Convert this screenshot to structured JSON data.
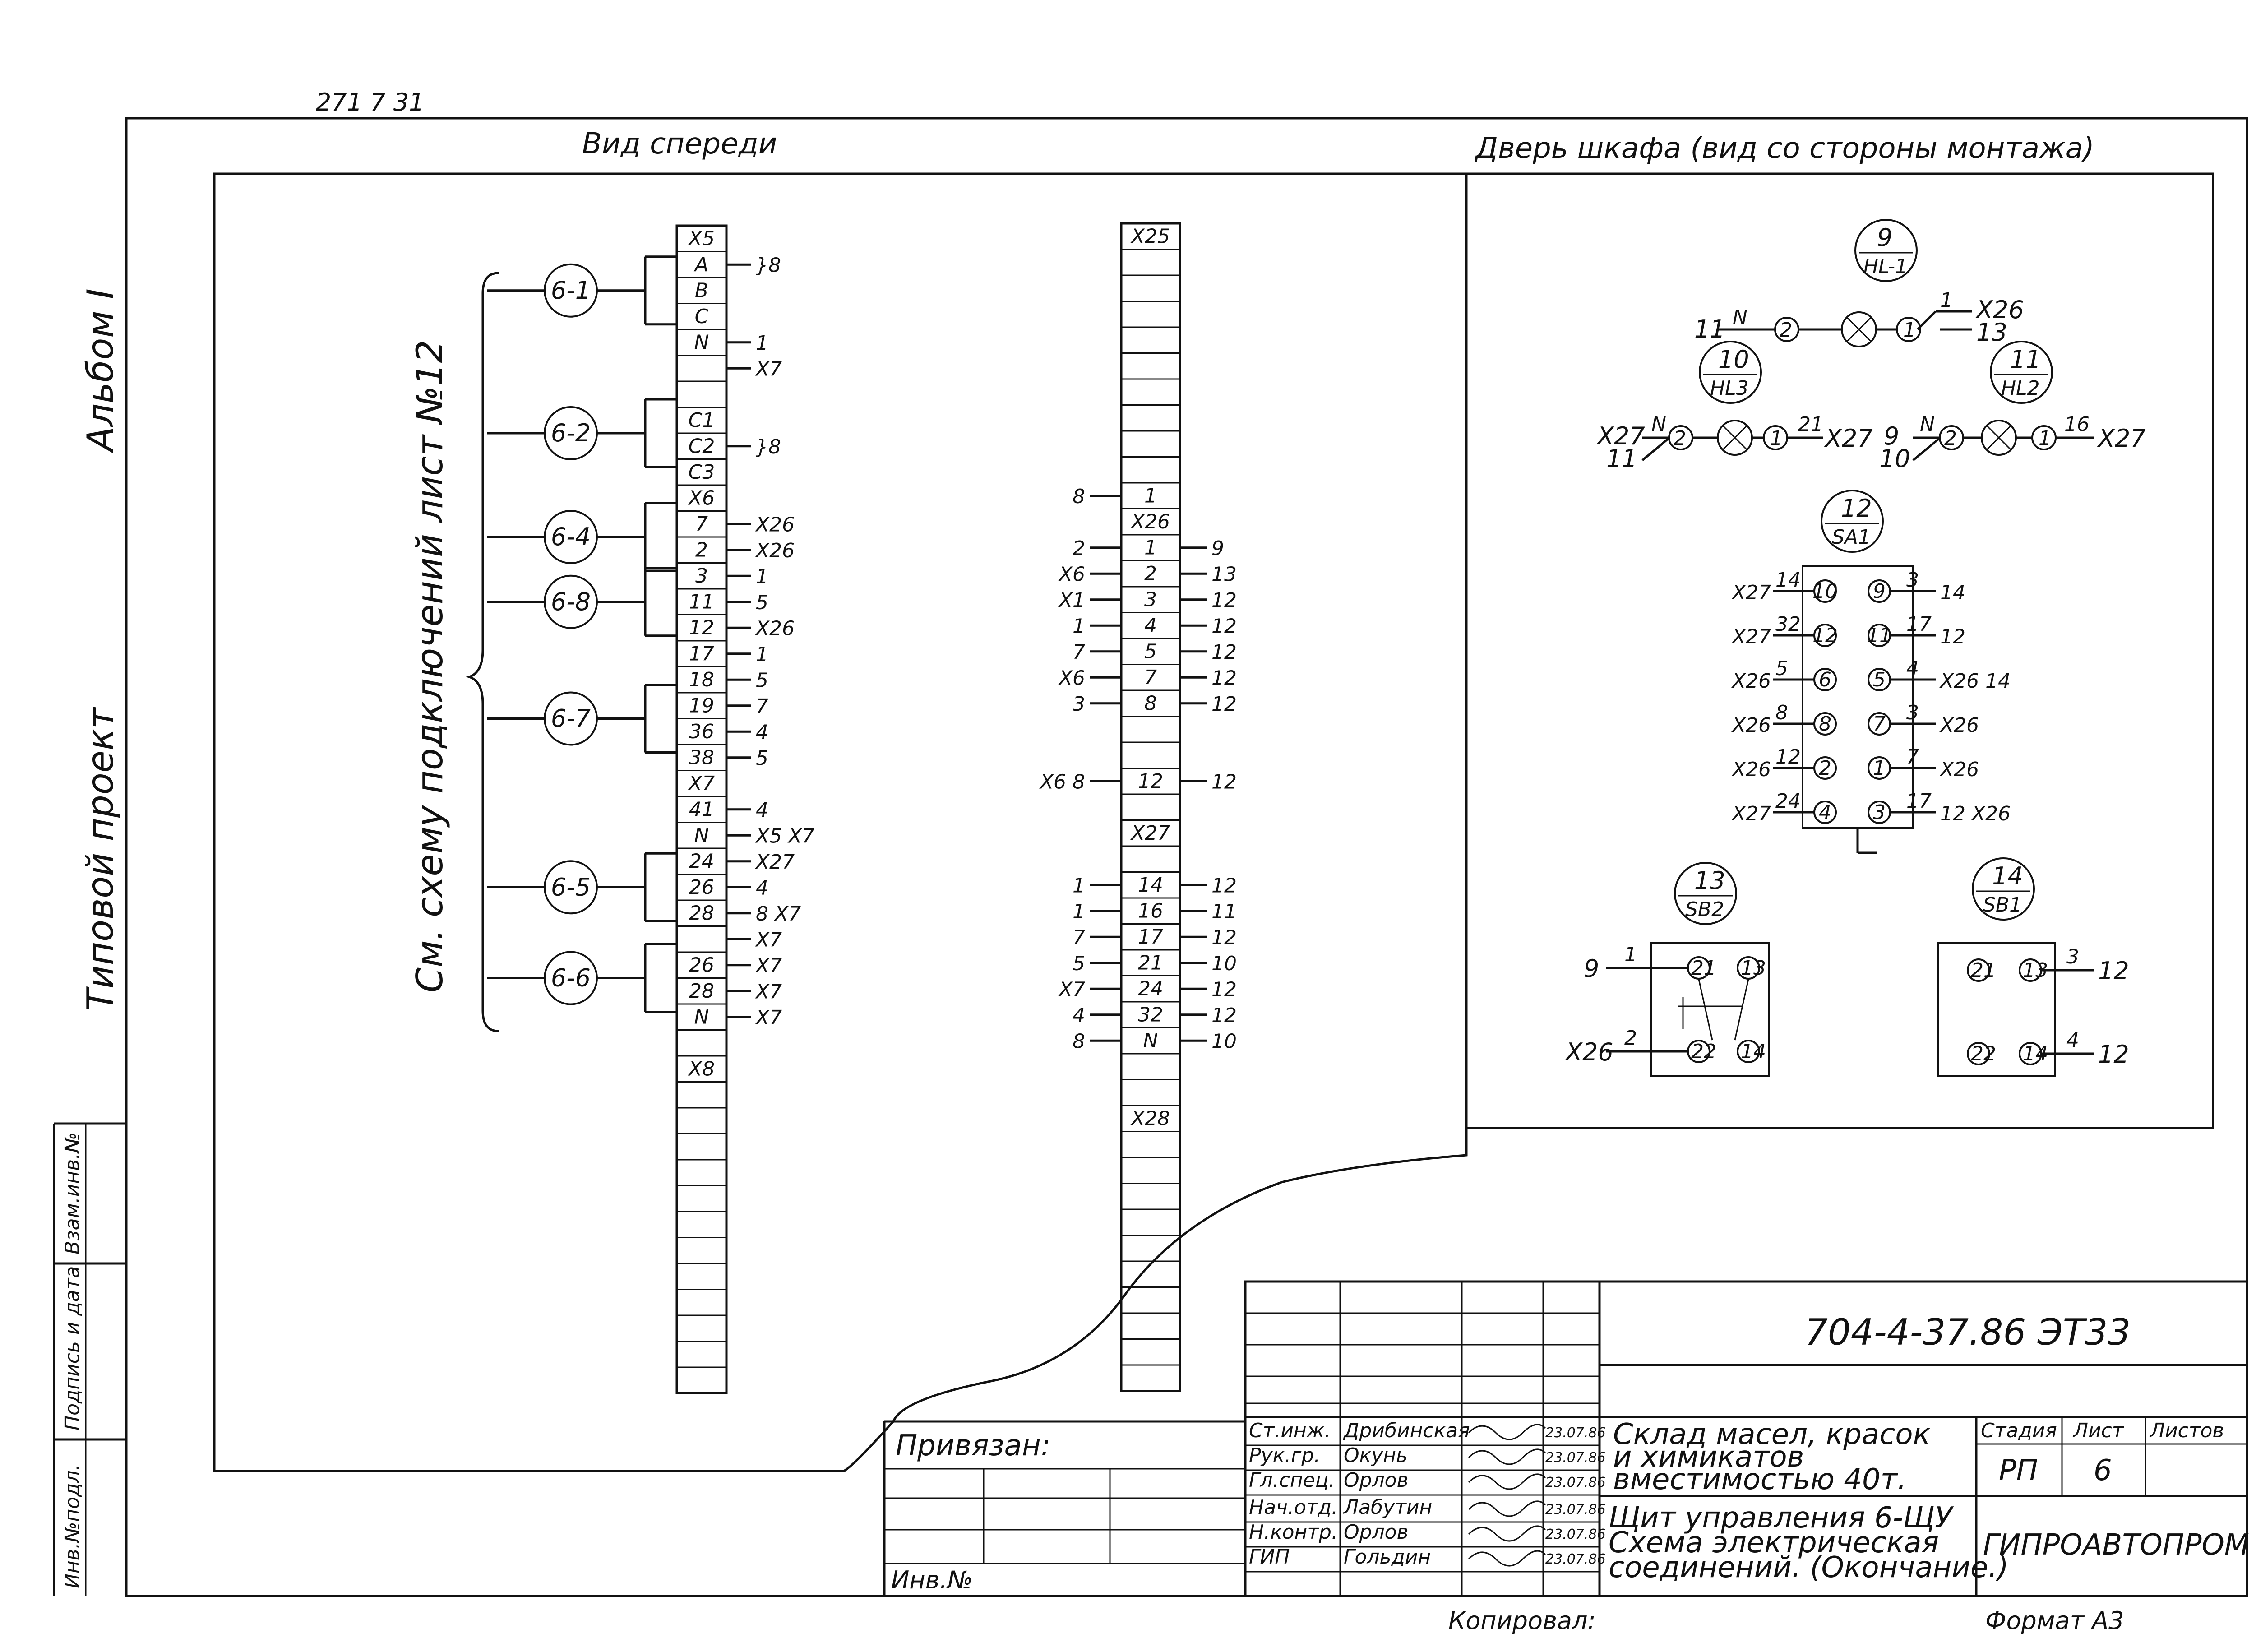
{
  "corner_stamp": "271 7 31",
  "side_labels": {
    "album": "Альбом I",
    "project_type": "Типовой проект",
    "see_scheme": "См. схему подключений лист №12"
  },
  "margin_stamps": [
    "Инв.№подл.",
    "Подпись и дата",
    "Взам.инв.№"
  ],
  "views": {
    "front": "Вид спереди",
    "door": "Дверь шкафа (вид со стороны монтажа)"
  },
  "left_terminal": {
    "rows": [
      "X5",
      "A",
      "B",
      "C",
      "N",
      "",
      "",
      "C1",
      "C2",
      "C3",
      "X6",
      "7",
      "2",
      "3",
      "11",
      "12",
      "17",
      "18",
      "19",
      "36",
      "38",
      "X7",
      "41",
      "N",
      "24",
      "26",
      "28",
      "",
      "26",
      "28",
      "N",
      "",
      "X8",
      "",
      "",
      "",
      "",
      "",
      "",
      "",
      "",
      "",
      "",
      "",
      ""
    ],
    "wires": [
      {
        "row": 1,
        "text": "}8"
      },
      {
        "row": 4,
        "text": "1"
      },
      {
        "row": 5,
        "text": "X7"
      },
      {
        "row": 8,
        "text": "}8"
      },
      {
        "row": 11,
        "text": "X26"
      },
      {
        "row": 12,
        "text": "X26"
      },
      {
        "row": 13,
        "text": "1"
      },
      {
        "row": 14,
        "text": "5"
      },
      {
        "row": 15,
        "text": "X26"
      },
      {
        "row": 16,
        "text": "1"
      },
      {
        "row": 17,
        "text": "5"
      },
      {
        "row": 18,
        "text": "7"
      },
      {
        "row": 19,
        "text": "4"
      },
      {
        "row": 20,
        "text": "5"
      },
      {
        "row": 22,
        "text": "4"
      },
      {
        "row": 23,
        "text": "X5  X7"
      },
      {
        "row": 24,
        "text": "X27"
      },
      {
        "row": 25,
        "text": "4"
      },
      {
        "row": 26,
        "text": "8  X7"
      },
      {
        "row": 27,
        "text": "X7"
      },
      {
        "row": 28,
        "text": "X7"
      },
      {
        "row": 29,
        "text": "X7"
      },
      {
        "row": 30,
        "text": "X7"
      }
    ],
    "devices": [
      {
        "label": "6-1",
        "row": 2.5
      },
      {
        "label": "6-2",
        "row": 8
      },
      {
        "label": "6-4",
        "row": 12
      },
      {
        "label": "6-8",
        "row": 14.5
      },
      {
        "label": "6-7",
        "row": 19
      },
      {
        "label": "6-5",
        "row": 25.5
      },
      {
        "label": "6-6",
        "row": 29
      }
    ]
  },
  "right_terminal": {
    "rows": [
      "X25",
      "",
      "",
      "",
      "",
      "",
      "",
      "",
      "",
      "",
      "1",
      "X26",
      "1",
      "2",
      "3",
      "4",
      "5",
      "7",
      "8",
      "",
      "",
      "12",
      "",
      "X27",
      "",
      "14",
      "16",
      "17",
      "21",
      "24",
      "32",
      "N",
      "",
      "",
      "X28",
      "",
      "",
      "",
      "",
      "",
      "",
      "",
      "",
      "",
      ""
    ],
    "left_wires": [
      {
        "row": 10,
        "text": "8"
      },
      {
        "row": 12,
        "text": "2"
      },
      {
        "row": 13,
        "text": "X6"
      },
      {
        "row": 14,
        "text": "X1"
      },
      {
        "row": 15,
        "text": "1"
      },
      {
        "row": 16,
        "text": "7"
      },
      {
        "row": 17,
        "text": "X6"
      },
      {
        "row": 18,
        "text": "3"
      },
      {
        "row": 21,
        "text": "X6  8"
      },
      {
        "row": 25,
        "text": "1"
      },
      {
        "row": 26,
        "text": "1"
      },
      {
        "row": 27,
        "text": "7"
      },
      {
        "row": 28,
        "text": "5"
      },
      {
        "row": 29,
        "text": "X7"
      },
      {
        "row": 30,
        "text": "4"
      },
      {
        "row": 31,
        "text": "8"
      }
    ],
    "right_wires": [
      {
        "row": 12,
        "text": "9"
      },
      {
        "row": 13,
        "text": "13"
      },
      {
        "row": 14,
        "text": "12"
      },
      {
        "row": 15,
        "text": "12"
      },
      {
        "row": 16,
        "text": "12"
      },
      {
        "row": 17,
        "text": "12"
      },
      {
        "row": 18,
        "text": "12"
      },
      {
        "row": 21,
        "text": "12"
      },
      {
        "row": 25,
        "text": "12"
      },
      {
        "row": 26,
        "text": "11"
      },
      {
        "row": 27,
        "text": "12"
      },
      {
        "row": 28,
        "text": "10"
      },
      {
        "row": 29,
        "text": "12"
      },
      {
        "row": 30,
        "text": "12"
      },
      {
        "row": 31,
        "text": "10"
      }
    ]
  },
  "door_devices": {
    "hl1": {
      "num": "9",
      "code": "HL-1",
      "left": "11",
      "n": "N",
      "p2": "2",
      "p1": "1",
      "r1": "1",
      "r_top": "X26",
      "r_bot": "13"
    },
    "hl3": {
      "num": "10",
      "code": "HL3",
      "left_top": "X27",
      "left_bot": "11",
      "n": "N",
      "p2": "2",
      "p1": "1",
      "r": "21",
      "r_end": "X27"
    },
    "hl2": {
      "num": "11",
      "code": "HL2",
      "left_top": "9",
      "left_bot": "10",
      "n": "N",
      "p2": "2",
      "p1": "1",
      "r": "16",
      "r_end": "X27"
    },
    "sa1": {
      "num": "12",
      "code": "SA1",
      "left": [
        {
          "ext": "X27",
          "w": "14",
          "pin": "10"
        },
        {
          "ext": "X27",
          "w": "32",
          "pin": "12"
        },
        {
          "ext": "X26",
          "w": "5",
          "pin": "6"
        },
        {
          "ext": "X26",
          "w": "8",
          "pin": "8"
        },
        {
          "ext": "X26",
          "w": "12",
          "pin": "2"
        },
        {
          "ext": "X27",
          "w": "24",
          "pin": "4"
        }
      ],
      "right": [
        {
          "pin": "9",
          "w": "3",
          "ext": "14"
        },
        {
          "pin": "11",
          "w": "17",
          "ext": "12"
        },
        {
          "pin": "5",
          "w": "4",
          "ext": "X26 14"
        },
        {
          "pin": "7",
          "w": "3",
          "ext": "X26"
        },
        {
          "pin": "1",
          "w": "7",
          "ext": "X26"
        },
        {
          "pin": "3",
          "w": "17",
          "ext": "12 X26"
        }
      ]
    },
    "sb2": {
      "num": "13",
      "code": "SB2",
      "p1": "21",
      "p2": "13",
      "p3": "22",
      "p4": "14",
      "in_top": "9",
      "w_top": "1",
      "in_bot": "X26",
      "w_bot": "2"
    },
    "sb1": {
      "num": "14",
      "code": "SB1",
      "p1": "21",
      "p2": "13",
      "p3": "22",
      "p4": "14",
      "w_top": "3",
      "ext_top": "12",
      "w_bot": "4",
      "ext_bot": "12"
    }
  },
  "title_block": {
    "doc_code": "704-4-37.86  ЭТ33",
    "tied": "Привязан:",
    "inv": "Инв.№",
    "people": [
      {
        "role": "Ст.инж.",
        "name": "Дрибинская",
        "date": "23.07.86"
      },
      {
        "role": "Рук.гр.",
        "name": "Окунь",
        "date": "23.07.86"
      },
      {
        "role": "Гл.спец.",
        "name": "Орлов",
        "date": "23.07.86"
      },
      {
        "role": "Нач.отд.",
        "name": "Лабутин",
        "date": "23.07.86"
      },
      {
        "role": "Н.контр.",
        "name": "Орлов",
        "date": "23.07.86"
      },
      {
        "role": "ГИП",
        "name": "Гольдин",
        "date": "23.07.86"
      }
    ],
    "object_lines": [
      "Склад масел, красок",
      "и химикатов",
      "вместимостью  40т."
    ],
    "sheet_lines": [
      "Щит управления 6-ЩУ",
      "Схема электрическая",
      "соединений. (Окончание.)"
    ],
    "stage_hdr": "Стадия",
    "sheet_hdr": "Лист",
    "sheets_hdr": "Листов",
    "stage": "РП",
    "sheet": "6",
    "org": "ГИПРОАВТОПРОМ",
    "copied": "Копировал:",
    "format": "Формат А3"
  }
}
